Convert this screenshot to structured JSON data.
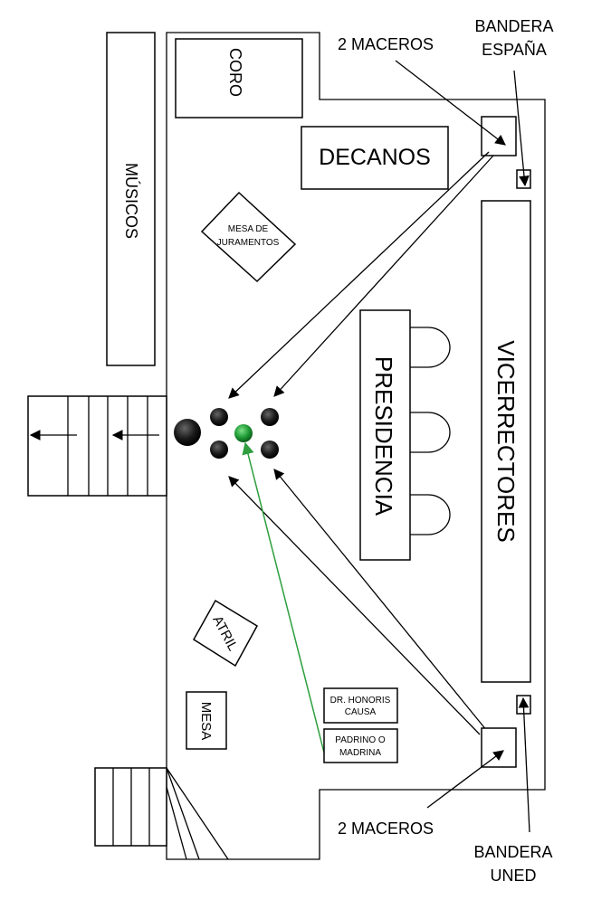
{
  "labels": {
    "coro": "CORO",
    "musicos": "MÚSICOS",
    "decanos": "DECANOS",
    "maceros_top": "2 MACEROS",
    "maceros_bottom": "2 MACEROS",
    "bandera_espana_1": "BANDERA",
    "bandera_espana_2": "ESPAÑA",
    "bandera_uned_1": "BANDERA",
    "bandera_uned_2": "UNED",
    "mesa_juramentos_1": "MESA DE",
    "mesa_juramentos_2": "JURAMENTOS",
    "presidencia": "PRESIDENCIA",
    "vicerrectores": "VICERRECTORES",
    "atril": "ATRIL",
    "mesa": "MESA",
    "honoris_1": "DR. HONORIS",
    "honoris_2": "CAUSA",
    "padrino_1": "PADRINO O",
    "padrino_2": "MADRINA"
  },
  "colors": {
    "line": "#000000",
    "highlight": "#2e9e3e",
    "seat": "#1a1a1a"
  }
}
